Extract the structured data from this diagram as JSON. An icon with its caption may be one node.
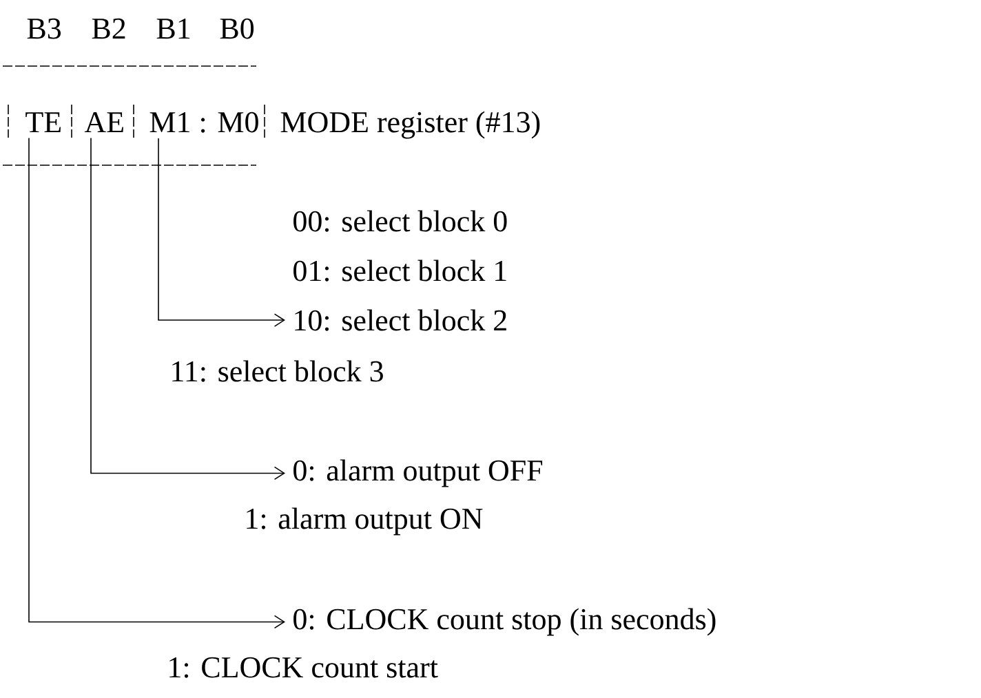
{
  "diagram": {
    "nodes": [
      {
        "text": [
          "TE"
        ]
      },
      {
        "text": [
          "AE"
        ]
      },
      {
        "text": [
          "M1 : M0"
        ]
      },
      {
        "text": [
          "00: select block 0"
        ]
      },
      {
        "text": [
          "01: select block 1"
        ]
      },
      {
        "text": [
          "10: select block 2"
        ]
      },
      {
        "text": [
          "11: select block 3"
        ]
      },
      {
        "text": [
          "0: alarm output OFF"
        ]
      },
      {
        "text": [
          "1: alarm output ON"
        ]
      },
      {
        "text": [
          "0: CLOCK count stop (in seconds)"
        ]
      },
      {
        "text": [
          "1: CLOCK count start"
        ]
      }
    ],
    "edges": [
      {
        "from": 2,
        "to": 5,
        "arrow": "to"
      },
      {
        "from": 1,
        "to": 7,
        "arrow": "to"
      },
      {
        "from": 0,
        "to": 9,
        "arrow": "to"
      }
    ],
    "labels": [
      "B3",
      "B2",
      "B1",
      "B0",
      "MODE register (#13)"
    ]
  }
}
